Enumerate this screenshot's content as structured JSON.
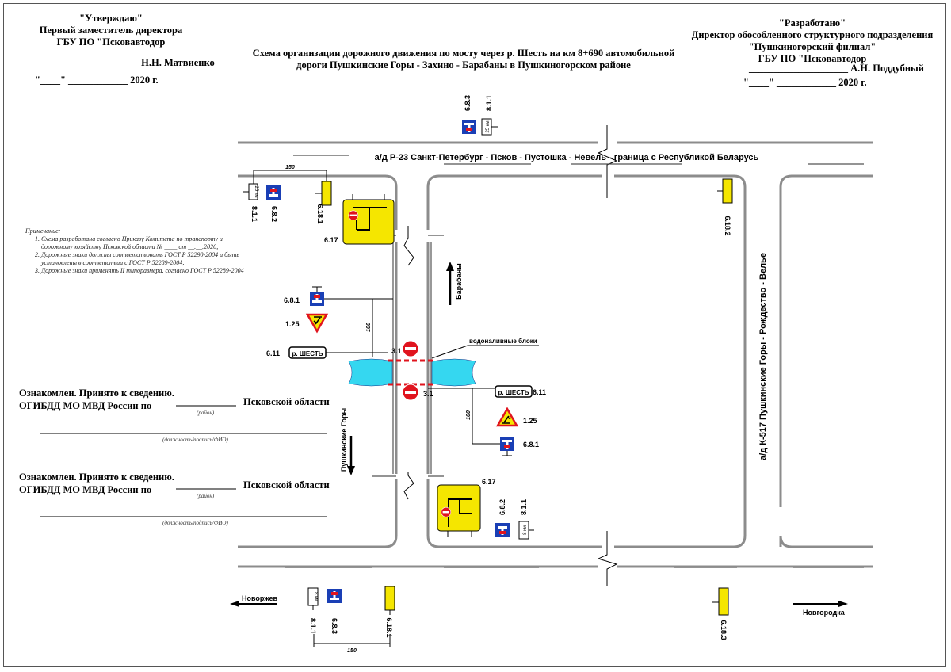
{
  "approve": {
    "title": "\"Утверждаю\"",
    "line1": "Первый заместитель директора",
    "line2": "ГБУ ПО \"Псковавтодор",
    "sign": "____________________ Н.Н. Матвиенко",
    "date": "\"____\"   ____________ 2020 г."
  },
  "developed": {
    "title": "\"Разработано\"",
    "line1": "Директор обособленного структурного подразделения",
    "line2": "\"Пушкиногорский филиал\"",
    "line3": "ГБУ ПО \"Псковавтодор",
    "sign": "____________________ А.Н. Поддубный",
    "date": "\"____\"   ____________ 2020 г."
  },
  "title": {
    "line1": "Схема организации дорожного движения по мосту через р. Шесть на км 8+690 автомобильной",
    "line2": "дороги Пушкинские Горы - Захино - Барабаны в Пушкиногорском районе"
  },
  "note": {
    "heading": "Примечание:",
    "items": [
      "Схема разработана согласно Приказу Комитета по транспорту и дорожному хозяйству Псковской области № ____ от __.__.2020;",
      "Дорожные знаки должны соответствовать ГОСТ Р 52290-2004 и быть установлены в соответствии с ГОСТ Р 52289-2004;",
      "Дорожные знаки применять II типоразмера, согласно ГОСТ Р 52289-2004"
    ]
  },
  "roads": {
    "main": "а/д Р-23 Санкт-Петербург - Псков - Пустошка - Невель - граница с Республикой Беларусь",
    "side": "а/д К-517 Пушкинские Горы - Рождество - Велье",
    "north": "Барабаны",
    "south": "Пушкинские Горы",
    "west": "Новоржев",
    "east": "Новгородка"
  },
  "labels": {
    "blocks": "водоналивные блоки",
    "river": "р. ШЕСТЬ",
    "dist150": "150",
    "dist100": "100",
    "km25": "25 км",
    "km8": "8 км"
  },
  "signs": {
    "s683": "6.8.3",
    "s811": "8.1.1",
    "s682": "6.8.2",
    "s6181": "6.18.1",
    "s6182": "6.18.2",
    "s6183": "6.18.3",
    "s617": "6.17",
    "s681": "6.8.1",
    "s125": "1.25",
    "s611": "6.11",
    "s31": "3.1"
  },
  "ack": [
    {
      "line1": "Ознакомлен. Принято к сведению.",
      "line2": "ОГИБДД МО МВД России по",
      "region": "Псковской области",
      "hint1": "(район)",
      "hint2": "(должность/подпись/ФИО)"
    },
    {
      "line1": "Ознакомлен. Принято к сведению.",
      "line2": "ОГИБДД МО МВД России по",
      "region": "Псковской области",
      "hint1": "(район)",
      "hint2": "(должность/подпись/ФИО)"
    }
  ],
  "colors": {
    "road": "#8c8c8c",
    "sign_blue": "#1a3fb5",
    "sign_red": "#e0141e",
    "sign_yellow": "#f5e600",
    "water": "#35d7f0"
  }
}
